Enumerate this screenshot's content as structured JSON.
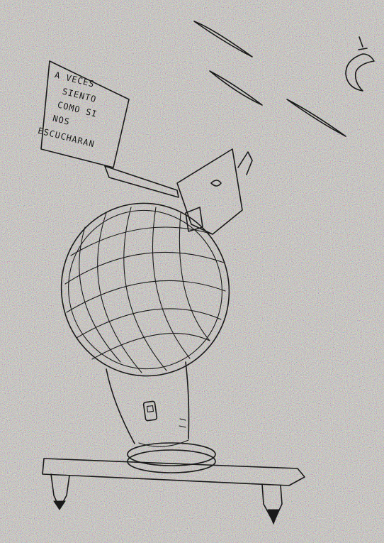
{
  "drawing": {
    "sign_text_lines": [
      "A VECES",
      "SIENTO",
      "COMO SI",
      "NOS",
      "ESCUCHARAN"
    ]
  }
}
